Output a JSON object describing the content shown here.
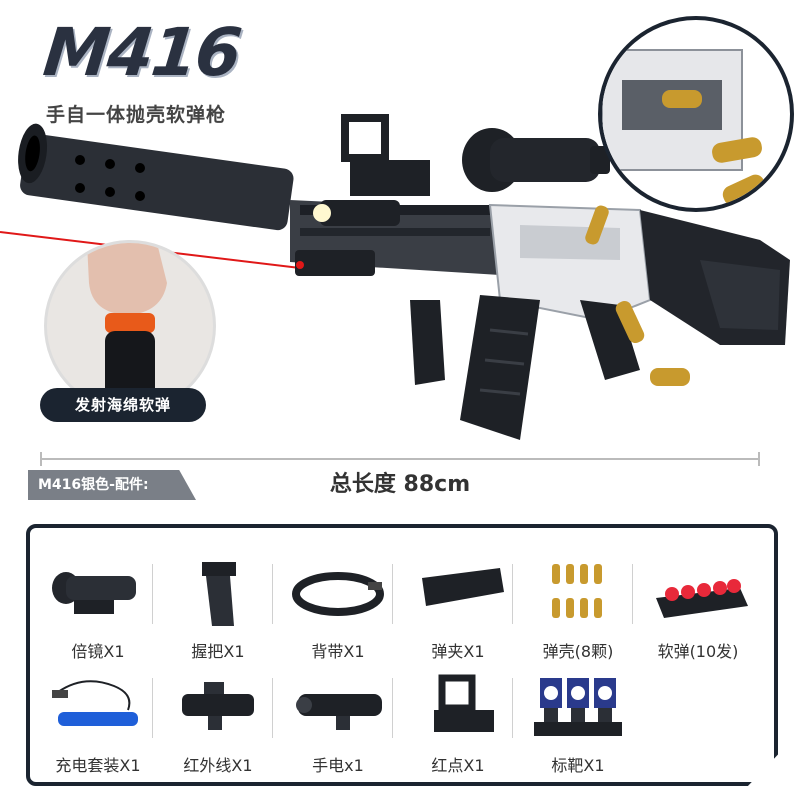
{
  "header": {
    "brand_title": "M416",
    "subtitle": "手自一体抛壳软弹枪"
  },
  "callouts": {
    "foam_dart_badge": "发射海绵软弹"
  },
  "specs": {
    "parts_tag": "M416银色-配件:",
    "total_length": "总长度 88cm"
  },
  "accessories": {
    "row1": [
      {
        "label": "倍镜X1",
        "icon": "scope-icon"
      },
      {
        "label": "握把X1",
        "icon": "grip-icon"
      },
      {
        "label": "背带X1",
        "icon": "sling-icon"
      },
      {
        "label": "弹夹X1",
        "icon": "magazine-icon"
      },
      {
        "label": "弹壳(8颗)",
        "icon": "shell-casings-icon"
      },
      {
        "label": "软弹(10发)",
        "icon": "foam-darts-icon"
      }
    ],
    "row2": [
      {
        "label": "充电套装X1",
        "icon": "charger-icon"
      },
      {
        "label": "红外线X1",
        "icon": "laser-icon"
      },
      {
        "label": "手电x1",
        "icon": "flashlight-icon"
      },
      {
        "label": "红点X1",
        "icon": "red-dot-icon"
      },
      {
        "label": "标靶X1",
        "icon": "target-icon"
      }
    ]
  },
  "colors": {
    "dark_navy": "#1b2430",
    "brass": "#c89a2e",
    "laser_red": "#e01818",
    "tag_gray": "#7a7f87"
  }
}
